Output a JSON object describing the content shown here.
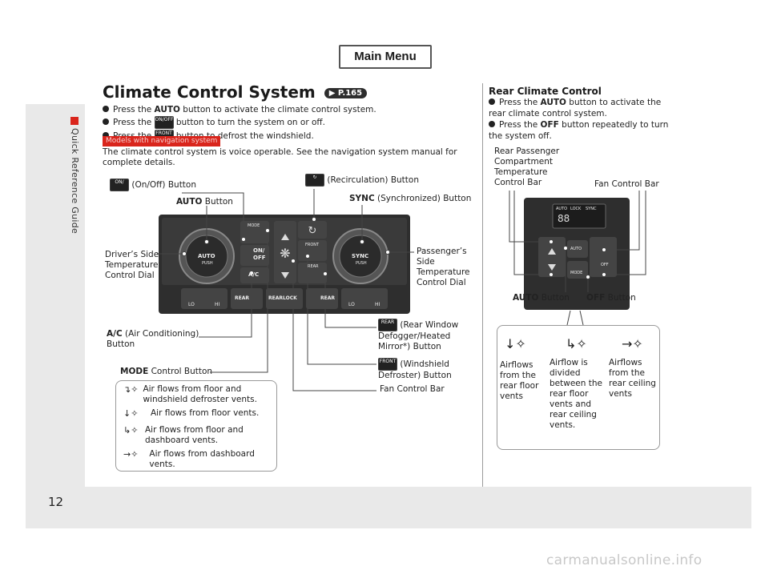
{
  "nav": {
    "main_menu": "Main Menu"
  },
  "side": {
    "section": "Quick Reference Guide"
  },
  "page": {
    "number": "12"
  },
  "title": {
    "text": "Climate Control System",
    "page_ref": "P.165"
  },
  "bullets": [
    {
      "pre": "Press the ",
      "key": "AUTO",
      "post": " button to activate the climate control system."
    },
    {
      "pre": "Press the ",
      "key": "ON/OFF",
      "post": " button to turn the system on or off."
    },
    {
      "pre": "Press the ",
      "key": "FRONT",
      "post": " button to defrost the windshield."
    }
  ],
  "nav_badge": "Models with navigation system",
  "note": "The climate control system is voice operable. See the navigation system manual for complete details.",
  "callouts": {
    "onoff": "(On/Off) Button",
    "recirc": "(Recirculation) Button",
    "auto_bold": "AUTO",
    "auto_rest": " Button",
    "sync_bold": "SYNC",
    "sync_rest": " (Synchronized) Button",
    "driver_1": "Driver’s Side",
    "driver_2": "Temperature",
    "driver_3": "Control Dial",
    "pass_1": "Passenger’s",
    "pass_2": "Side",
    "pass_3": "Temperature",
    "pass_4": "Control Dial",
    "ac_bold": "A/C",
    "ac_rest": " (Air Conditioning)",
    "ac_2": "Button",
    "rear_1": "(Rear Window",
    "rear_2": "Defogger/Heated",
    "rear_3": "Mirror*) Button",
    "wind_1": "(Windshield",
    "wind_2": "Defroster) Button",
    "mode_bold": "MODE",
    "mode_rest": " Control Button",
    "fan": "Fan Control Bar"
  },
  "panel": {
    "auto": "AUTO",
    "push": "PUSH",
    "sync": "SYNC",
    "push2": "PUSH",
    "mode": "MODE",
    "on": "ON/",
    "off": "OFF",
    "ac": "A/C",
    "front": "FRONT",
    "rear_key": "REAR",
    "lo": "LO",
    "hi": "HI",
    "rear_l": "REAR",
    "rear_lock": "REARLOCK",
    "rear_r": "REAR",
    "lo2": "LO",
    "hi2": "HI"
  },
  "modes": [
    "Air flows from floor and windshield defroster vents.",
    "Air flows from floor vents.",
    "Air flows from floor and dashboard vents.",
    "Air flows from dashboard vents."
  ],
  "rear": {
    "title": "Rear Climate Control",
    "bullets": [
      {
        "pre": "Press the ",
        "key": "AUTO",
        "post": " button to activate the rear climate control system."
      },
      {
        "pre": "Press the ",
        "key": "OFF",
        "post": " button repeatedly to turn the system off."
      }
    ],
    "temp_1": "Rear Passenger",
    "temp_2": "Compartment",
    "temp_3": "Temperature",
    "temp_4": "Control Bar",
    "fan": "Fan Control Bar",
    "auto_bold": "AUTO",
    "auto_rest": " Button",
    "off_bold": "OFF",
    "off_rest": " Button",
    "display": {
      "auto": "AUTO",
      "lock": "LOCK",
      "sync": "SYNC",
      "temp": "88"
    },
    "btn_auto": "AUTO",
    "btn_mode": "MODE",
    "btn_off": "OFF",
    "modes": [
      [
        "Airflows",
        "from the",
        "rear floor",
        "vents"
      ],
      [
        "Airflow is",
        "divided",
        "between the",
        "rear floor",
        "vents and",
        "rear ceiling",
        "vents."
      ],
      [
        "Airflows",
        "from the",
        "rear ceiling",
        "vents"
      ]
    ]
  },
  "watermark": "carmanualsonline.info"
}
